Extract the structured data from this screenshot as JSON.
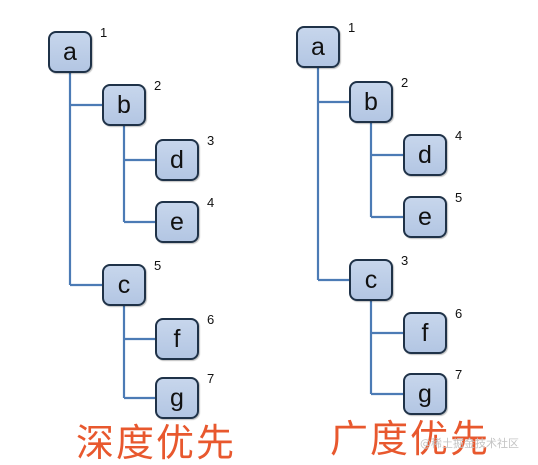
{
  "connector_color": "#4c7bb5",
  "node_fill": "#c2d3ea",
  "node_border": "#1f3248",
  "caption_color": "#e8582e",
  "trees": [
    {
      "id": "dfs",
      "caption": "深度优先",
      "nodes": [
        {
          "id": "a",
          "label": "a",
          "order": "1",
          "parent": null
        },
        {
          "id": "b",
          "label": "b",
          "order": "2",
          "parent": "a"
        },
        {
          "id": "d",
          "label": "d",
          "order": "3",
          "parent": "b"
        },
        {
          "id": "e",
          "label": "e",
          "order": "4",
          "parent": "b"
        },
        {
          "id": "c",
          "label": "c",
          "order": "5",
          "parent": "a"
        },
        {
          "id": "f",
          "label": "f",
          "order": "6",
          "parent": "c"
        },
        {
          "id": "g",
          "label": "g",
          "order": "7",
          "parent": "c"
        }
      ]
    },
    {
      "id": "bfs",
      "caption": "广度优先",
      "nodes": [
        {
          "id": "a",
          "label": "a",
          "order": "1",
          "parent": null
        },
        {
          "id": "b",
          "label": "b",
          "order": "2",
          "parent": "a"
        },
        {
          "id": "d",
          "label": "d",
          "order": "4",
          "parent": "b"
        },
        {
          "id": "e",
          "label": "e",
          "order": "5",
          "parent": "b"
        },
        {
          "id": "c",
          "label": "c",
          "order": "3",
          "parent": "a"
        },
        {
          "id": "f",
          "label": "f",
          "order": "6",
          "parent": "c"
        },
        {
          "id": "g",
          "label": "g",
          "order": "7",
          "parent": "c"
        }
      ]
    }
  ],
  "watermark": "@稀土掘金技术社区"
}
